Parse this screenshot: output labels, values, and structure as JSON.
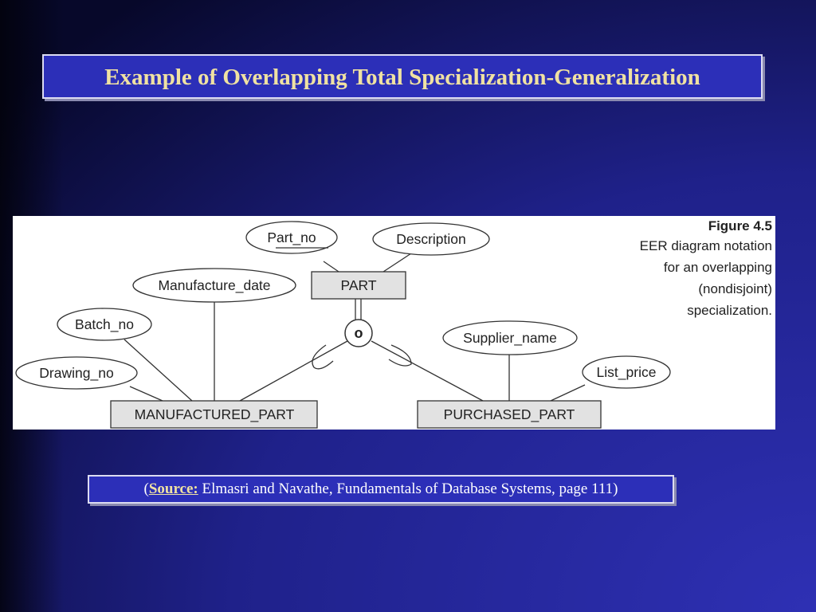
{
  "slide": {
    "title": "Example of Overlapping Total Specialization-Generalization"
  },
  "figure": {
    "caption_title": "Figure 4.5",
    "caption_lines": [
      "EER diagram notation",
      "for an overlapping",
      "(nondisjoint)",
      "specialization."
    ],
    "superclass": "PART",
    "subclasses": [
      "MANUFACTURED_PART",
      "PURCHASED_PART"
    ],
    "specialization_symbol": "o",
    "attributes": {
      "part_no": "Part_no",
      "description": "Description",
      "manufacture_date": "Manufacture_date",
      "batch_no": "Batch_no",
      "drawing_no": "Drawing_no",
      "supplier_name": "Supplier_name",
      "list_price": "List_price"
    }
  },
  "source": {
    "open_paren": "(",
    "label": "Source:",
    "text": " Elmasri and Navathe, Fundamentals of Database Systems, page 111)"
  }
}
